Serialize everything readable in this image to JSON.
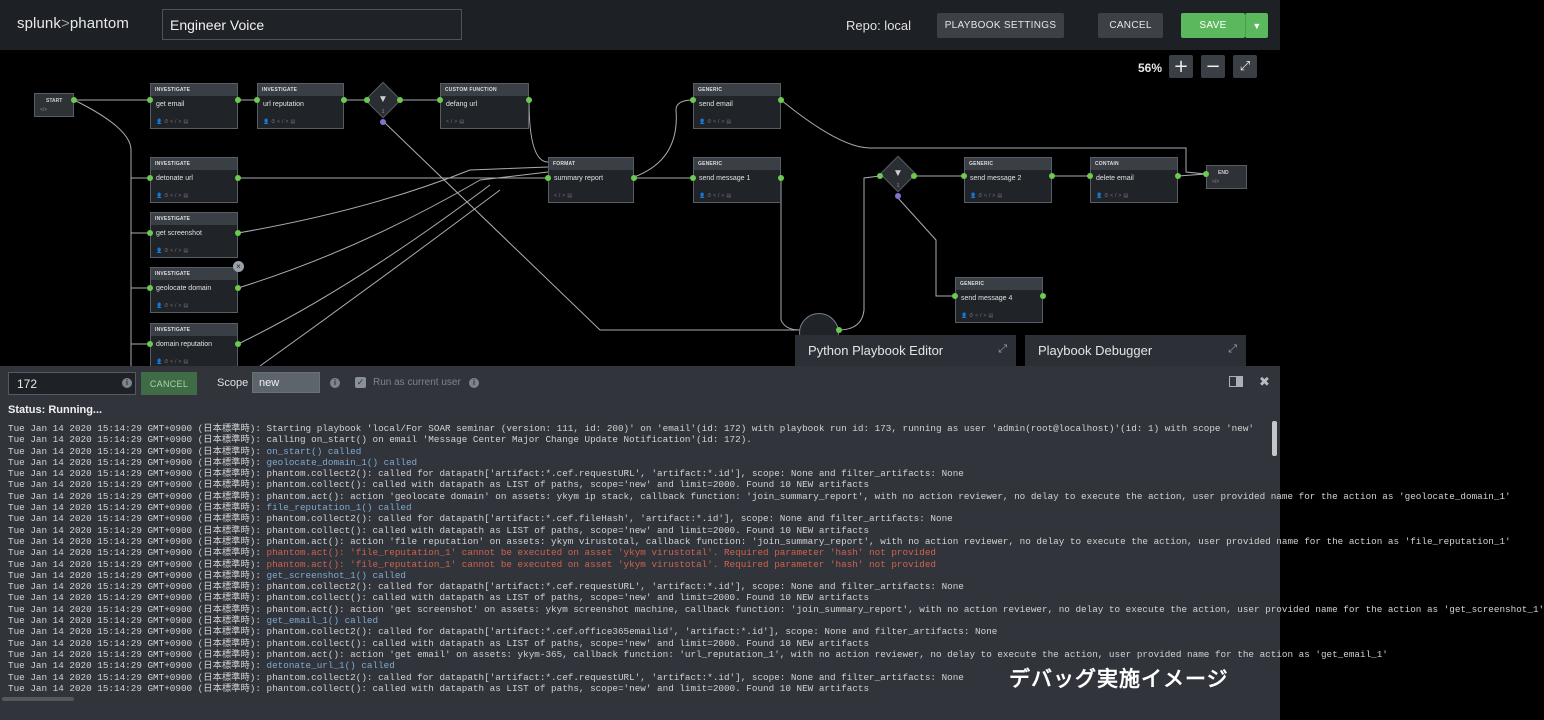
{
  "header": {
    "logo_main": "splunk",
    "logo_sep": ">",
    "logo_sub": "phantom",
    "playbook_name": "Engineer Voice",
    "repo": "Repo: local",
    "settings_label": "PLAYBOOK SETTINGS",
    "cancel_label": "CANCEL",
    "save_label": "SAVE"
  },
  "canvas": {
    "zoom": "56%",
    "start_label": "START",
    "end_label": "END",
    "decision_1_number": "1",
    "decision_2_number": "1",
    "nodes": [
      {
        "type": "INVESTIGATE",
        "name": "get email"
      },
      {
        "type": "INVESTIGATE",
        "name": "url reputation"
      },
      {
        "type": "CUSTOM FUNCTION",
        "name": "defang url"
      },
      {
        "type": "GENERIC",
        "name": "send email"
      },
      {
        "type": "INVESTIGATE",
        "name": "detonate url"
      },
      {
        "type": "FORMAT",
        "name": "summary report"
      },
      {
        "type": "GENERIC",
        "name": "send message 1"
      },
      {
        "type": "GENERIC",
        "name": "send message 2"
      },
      {
        "type": "CONTAIN",
        "name": "delete email"
      },
      {
        "type": "INVESTIGATE",
        "name": "get screenshot"
      },
      {
        "type": "INVESTIGATE",
        "name": "geolocate domain"
      },
      {
        "type": "GENERIC",
        "name": "send message 4"
      },
      {
        "type": "INVESTIGATE",
        "name": "domain reputation"
      }
    ]
  },
  "tabs": {
    "python_editor": "Python Playbook Editor",
    "debugger": "Playbook Debugger"
  },
  "debugger": {
    "container_id": "172",
    "cancel_label": "CANCEL",
    "scope_label": "Scope",
    "scope_value": "new",
    "run_as_label": "Run as current user",
    "status": "Status: Running...",
    "timestamp": "Tue Jan 14 2020 15:14:29 GMT+0900 (日本標準時): ",
    "log": [
      {
        "kind": "normal",
        "msg": "Starting playbook 'local/For SOAR seminar (version: 111, id: 200)' on 'email'(id: 172) with playbook run id: 173, running as user 'admin(root@localhost)'(id: 1) with scope 'new'"
      },
      {
        "kind": "normal",
        "msg": "calling on_start() on email 'Message Center Major Change Update Notification'(id: 172)."
      },
      {
        "kind": "cb",
        "msg": "on_start() called"
      },
      {
        "kind": "cb",
        "msg": "geolocate_domain_1() called"
      },
      {
        "kind": "normal",
        "msg": "phantom.collect2(): called for datapath['artifact:*.cef.requestURL', 'artifact:*.id'], scope: None and filter_artifacts: None"
      },
      {
        "kind": "normal",
        "msg": "phantom.collect(): called with datapath as LIST of paths, scope='new' and limit=2000. Found 10 NEW artifacts"
      },
      {
        "kind": "normal",
        "msg": "phantom.act(): action 'geolocate domain' on assets: ykym ip stack, callback function: 'join_summary_report', with no action reviewer, no delay to execute the action, user provided name for the action as 'geolocate_domain_1'"
      },
      {
        "kind": "cb",
        "msg": "file_reputation_1() called"
      },
      {
        "kind": "normal",
        "msg": "phantom.collect2(): called for datapath['artifact:*.cef.fileHash', 'artifact:*.id'], scope: None and filter_artifacts: None"
      },
      {
        "kind": "normal",
        "msg": "phantom.collect(): called with datapath as LIST of paths, scope='new' and limit=2000. Found 10 NEW artifacts"
      },
      {
        "kind": "normal",
        "msg": "phantom.act(): action 'file reputation' on assets: ykym virustotal, callback function: 'join_summary_report', with no action reviewer, no delay to execute the action, user provided name for the action as 'file_reputation_1'"
      },
      {
        "kind": "err",
        "msg": "phantom.act(): 'file_reputation_1' cannot be executed on asset 'ykym virustotal'. Required parameter 'hash' not provided"
      },
      {
        "kind": "err",
        "msg": "phantom.act(): 'file_reputation_1' cannot be executed on asset 'ykym virustotal'. Required parameter 'hash' not provided"
      },
      {
        "kind": "cb",
        "msg": "get_screenshot_1() called"
      },
      {
        "kind": "normal",
        "msg": "phantom.collect2(): called for datapath['artifact:*.cef.requestURL', 'artifact:*.id'], scope: None and filter_artifacts: None"
      },
      {
        "kind": "normal",
        "msg": "phantom.collect(): called with datapath as LIST of paths, scope='new' and limit=2000. Found 10 NEW artifacts"
      },
      {
        "kind": "normal",
        "msg": "phantom.act(): action 'get screenshot' on assets: ykym screenshot machine, callback function: 'join_summary_report', with no action reviewer, no delay to execute the action, user provided name for the action as 'get_screenshot_1'"
      },
      {
        "kind": "cb",
        "msg": "get_email_1() called"
      },
      {
        "kind": "normal",
        "msg": "phantom.collect2(): called for datapath['artifact:*.cef.office365emailid', 'artifact:*.id'], scope: None and filter_artifacts: None"
      },
      {
        "kind": "normal",
        "msg": "phantom.collect(): called with datapath as LIST of paths, scope='new' and limit=2000. Found 10 NEW artifacts"
      },
      {
        "kind": "normal",
        "msg": "phantom.act(): action 'get email' on assets: ykym-365, callback function: 'url_reputation_1', with no action reviewer, no delay to execute the action, user provided name for the action as 'get_email_1'"
      },
      {
        "kind": "cb",
        "msg": "detonate_url_1() called"
      },
      {
        "kind": "normal",
        "msg": "phantom.collect2(): called for datapath['artifact:*.cef.requestURL', 'artifact:*.id'], scope: None and filter_artifacts: None"
      },
      {
        "kind": "normal",
        "msg": "phantom.collect(): called with datapath as LIST of paths, scope='new' and limit=2000. Found 10 NEW artifacts"
      }
    ]
  },
  "watermark": "デバッグ実施イメージ",
  "colors": {
    "header_bg": "#1d2025",
    "save_green": "#5cb85c",
    "port_green": "#6acb4e",
    "error_red": "#d0614d",
    "callback_blue": "#7fa9cf",
    "debugger_bg": "#31353b"
  }
}
